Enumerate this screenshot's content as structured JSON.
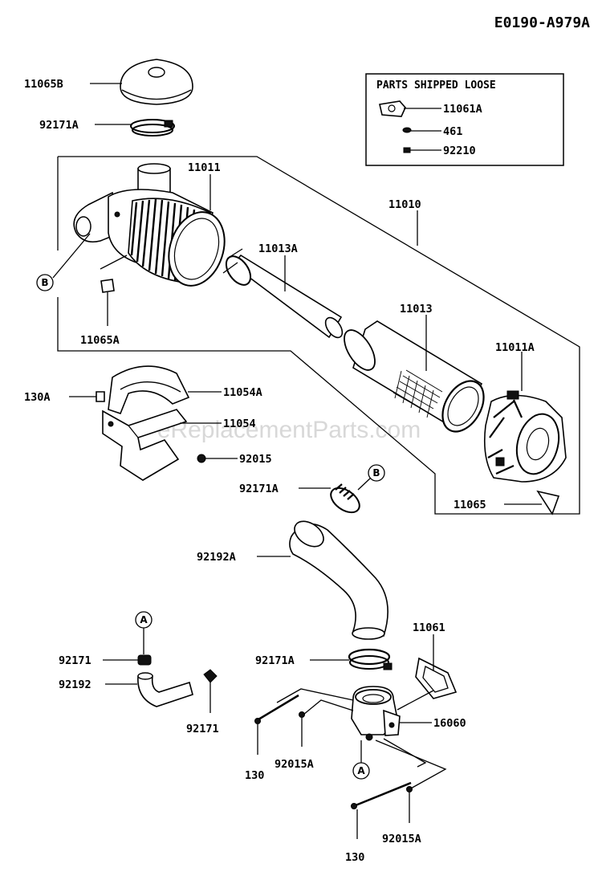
{
  "diagram_code": "E0190-A979A",
  "watermark": "eReplacementParts.com",
  "loose_box": {
    "title": "PARTS SHIPPED LOOSE",
    "items": [
      "11061A",
      "461",
      "92210"
    ]
  },
  "callouts": {
    "c11065B": "11065B",
    "c92171A_top": "92171A",
    "c11011": "11011",
    "c11010": "11010",
    "c11013A": "11013A",
    "c11065A": "11065A",
    "c11013": "11013",
    "c11011A": "11011A",
    "c130A": "130A",
    "c11054A": "11054A",
    "c11054": "11054",
    "c92015": "92015",
    "c92171A_mid": "92171A",
    "c11065": "11065",
    "c92192A": "92192A",
    "c11061": "11061",
    "c92171_a": "92171",
    "c92192": "92192",
    "c92171_b": "92171",
    "c92171A_low": "92171A",
    "c16060": "16060",
    "c130_a": "130",
    "c92015A_a": "92015A",
    "c130_b": "130",
    "c92015A_b": "92015A"
  },
  "ref_markers": {
    "b_left": "B",
    "b_right": "B",
    "a_top": "A",
    "a_bottom": "A"
  }
}
